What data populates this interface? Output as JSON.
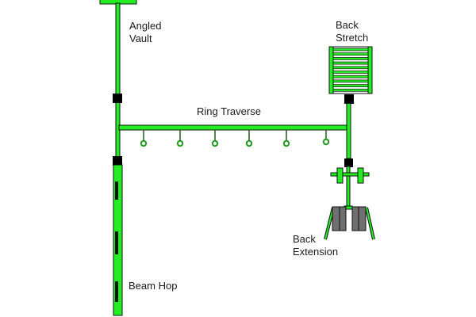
{
  "diagram": {
    "title": "Obstacle course layout",
    "colors": {
      "equipment_green": "#22ee22",
      "outline": "#111111",
      "joint_black": "#000000",
      "ring_green": "#1f9a1f",
      "plate_gray": "#6f6f6f",
      "background": "#ffffff"
    },
    "stations": [
      {
        "id": "angled-vault",
        "label": "Angled\nVault"
      },
      {
        "id": "back-stretch",
        "label": "Back\nStretch"
      },
      {
        "id": "ring-traverse",
        "label": "Ring Traverse",
        "ring_count": 6
      },
      {
        "id": "back-extension",
        "label": "Back\nExtension"
      },
      {
        "id": "beam-hop",
        "label": "Beam Hop",
        "marker_count": 3
      }
    ]
  }
}
